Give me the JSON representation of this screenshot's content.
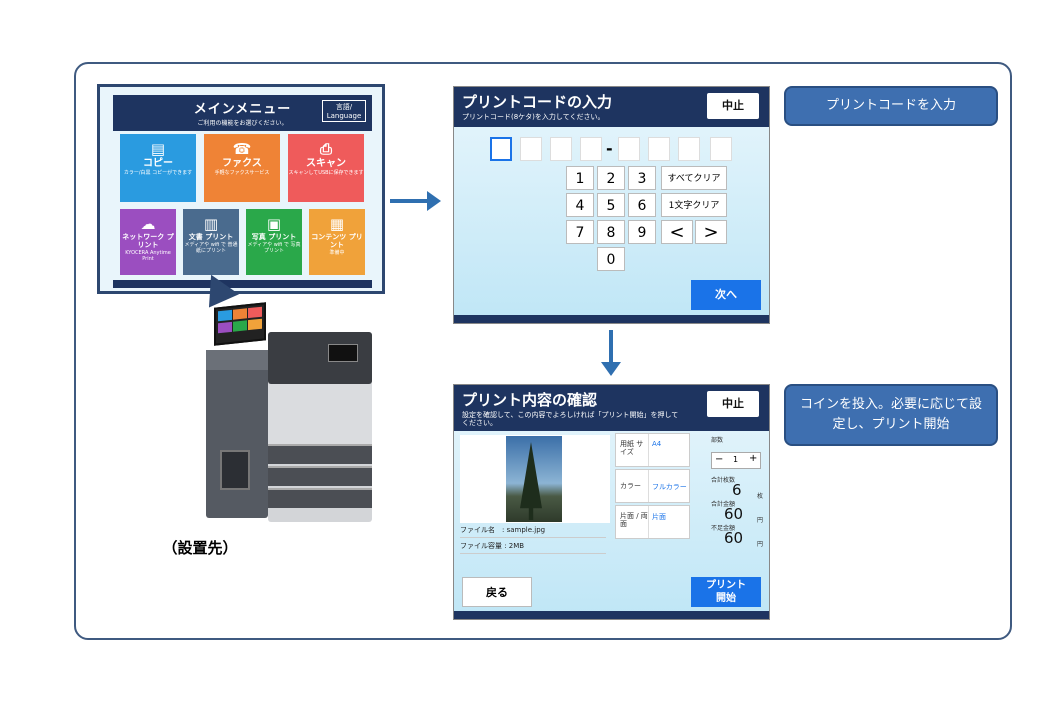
{
  "menu": {
    "title": "メインメニュー",
    "subtitle": "ご利用の機能をお選びください。",
    "lang_line1": "言語/",
    "lang_line2": "Language",
    "tiles": [
      {
        "name": "コピー",
        "desc": "カラー/白黒 コピーができます",
        "icon": "copy-icon",
        "color": "#2a9be0"
      },
      {
        "name": "ファクス",
        "desc": "手軽なファクスサービス",
        "icon": "fax-icon",
        "color": "#ef8336"
      },
      {
        "name": "スキャン",
        "desc": "スキャンしてUSBに保存できます",
        "icon": "scan-icon",
        "color": "#ef5b5b"
      },
      {
        "name": "ネットワーク プリント",
        "desc": "KYOCERA Anytime Print",
        "icon": "cloud-icon",
        "color": "#9b4ec0"
      },
      {
        "name": "文書 プリント",
        "desc": "メディアや wifi で 普通紙にプリント",
        "icon": "document-icon",
        "color": "#4a6b8e"
      },
      {
        "name": "写真 プリント",
        "desc": "メディアや wifi で 写真プリント",
        "icon": "photo-icon",
        "color": "#2aa84a"
      },
      {
        "name": "コンテンツ プリント",
        "desc": "準備中",
        "icon": "contents-icon",
        "color": "#f0a23a"
      }
    ]
  },
  "caption": "（設置先）",
  "code_screen": {
    "title": "プリントコードの入力",
    "subtitle": "プリントコード(8ケタ)を入力してください。",
    "stop": "中止",
    "dash": "-",
    "keys": [
      "1",
      "2",
      "3",
      "4",
      "5",
      "6",
      "7",
      "8",
      "9",
      "0"
    ],
    "clear_all": "すべてクリア",
    "clear_one": "1文字クリア",
    "left": "<",
    "right": ">",
    "next": "次へ"
  },
  "confirm_screen": {
    "title": "プリント内容の確認",
    "subtitle": "設定を確認して、この内容でよろしければ「プリント開始」を押してください。",
    "stop": "中止",
    "file_name": "ファイル名　: sample.jpg",
    "file_size": "ファイル容量 : 2MB",
    "paper_label": "用紙 サイズ",
    "paper_value": "A4",
    "color_label": "カラー",
    "color_value": "フルカラー",
    "side_label": "片面 / 両面",
    "side_value": "片面",
    "copies_label": "部数",
    "minus": "−",
    "copies_value": "1",
    "plus": "+",
    "total_sheets_label": "合計枚数",
    "total_sheets": "6",
    "sheets_unit": "枚",
    "total_amount_label": "合計金額",
    "total_amount": "60",
    "yen1": "円",
    "shortage_label": "不足金額",
    "shortage": "60",
    "yen2": "円",
    "back": "戻る",
    "start": "プリント 開始"
  },
  "callouts": {
    "first": "プリントコードを入力",
    "second": "コインを投入。必要に応じて設定し、プリント開始"
  }
}
